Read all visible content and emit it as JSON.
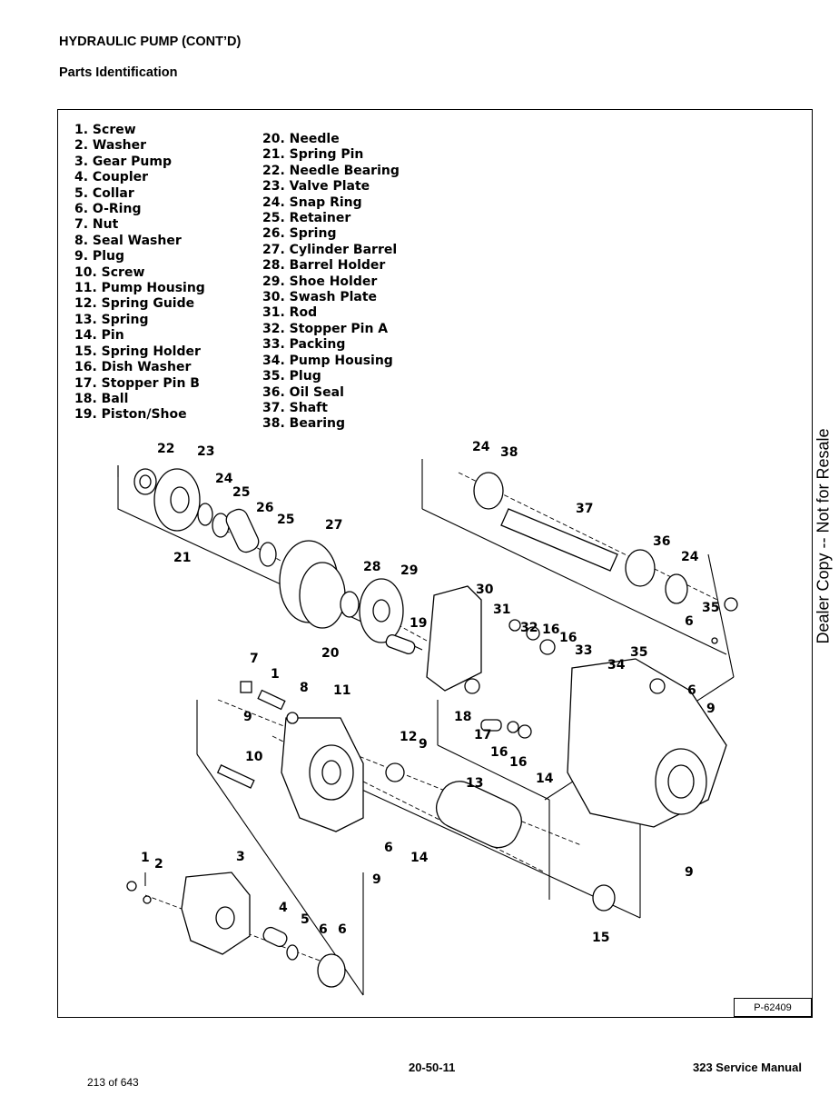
{
  "header": {
    "title": "HYDRAULIC PUMP (CONT’D)",
    "subtitle": "Parts Identification"
  },
  "parts_list": {
    "left": [
      "1. Screw",
      "2. Washer",
      "3. Gear Pump",
      "4. Coupler",
      "5. Collar",
      "6. O-Ring",
      "7. Nut",
      "8. Seal Washer",
      "9. Plug",
      "10. Screw",
      "11. Pump Housing",
      "12. Spring Guide",
      "13. Spring",
      "14. Pin",
      "15. Spring Holder",
      "16. Dish Washer",
      "17. Stopper Pin B",
      "18. Ball",
      "19. Piston/Shoe"
    ],
    "right": [
      "20. Needle",
      "21. Spring Pin",
      "22. Needle Bearing",
      "23. Valve Plate",
      "24. Snap Ring",
      "25. Retainer",
      "26. Spring",
      "27. Cylinder Barrel",
      "28. Barrel Holder",
      "29. Shoe Holder",
      "30. Swash Plate",
      "31. Rod",
      "32. Stopper Pin A",
      "33. Packing",
      "34. Pump Housing",
      "35. Plug",
      "36. Oil Seal",
      "37. Shaft",
      "38. Bearing"
    ]
  },
  "diagram": {
    "callouts": [
      "22",
      "23",
      "24",
      "25",
      "26",
      "25",
      "21",
      "27",
      "28",
      "29",
      "19",
      "20",
      "24",
      "38",
      "37",
      "36",
      "24",
      "35",
      "6",
      "30",
      "31",
      "32",
      "16",
      "16",
      "33",
      "34",
      "35",
      "6",
      "9",
      "7",
      "1",
      "8",
      "11",
      "9",
      "10",
      "12",
      "9",
      "18",
      "17",
      "16",
      "16",
      "14",
      "13",
      "6",
      "14",
      "9",
      "9",
      "1",
      "2",
      "3",
      "4",
      "5",
      "6",
      "6",
      "15"
    ],
    "figure_id": "P-62409"
  },
  "watermark": "Dealer Copy -- Not for Resale",
  "footer": {
    "section": "20-50-11",
    "manual": "323 Service Manual",
    "page_count": "213 of 643"
  }
}
